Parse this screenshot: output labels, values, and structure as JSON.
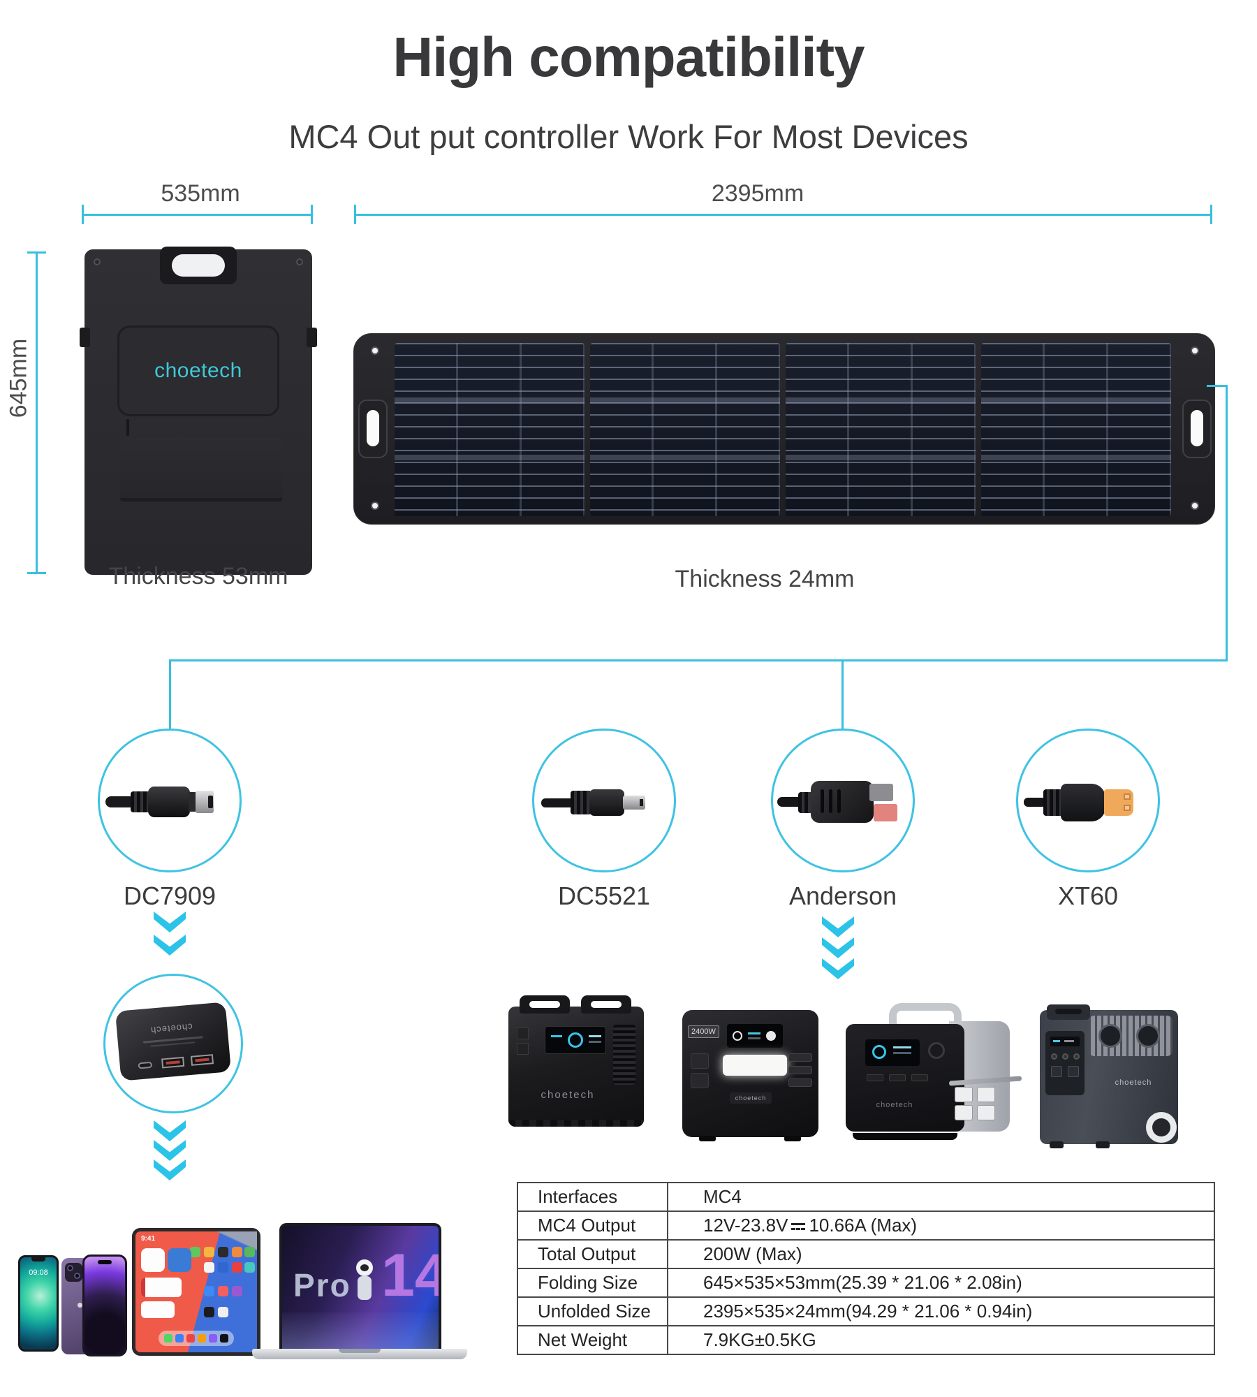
{
  "header": {
    "title": "High compatibility",
    "subtitle": "MC4 Out put controller Work For Most Devices"
  },
  "dimensions": {
    "folded_width": "535mm",
    "folded_height": "645mm",
    "unfolded_width": "2395mm",
    "folded_thickness": "Thickness 53mm",
    "unfolded_thickness": "Thickness 24mm"
  },
  "brand": {
    "logo": "choetech"
  },
  "connectors": [
    {
      "label": "DC7909"
    },
    {
      "label": "DC5521"
    },
    {
      "label": "Anderson"
    },
    {
      "label": "XT60"
    }
  ],
  "devices": {
    "station_badge": "2400W",
    "phone_clock": "09:08",
    "tablet_clock": "9:41",
    "laptop_model_prefix": "Pro",
    "laptop_model_number": "14"
  },
  "spec_table": {
    "rows": [
      {
        "label": "Interfaces",
        "value": "MC4"
      },
      {
        "label": "MC4 Output",
        "value": "12V-23.8V⎓10.66A (Max)",
        "value_prefix": "12V-23.8V",
        "value_suffix": "10.66A (Max)"
      },
      {
        "label": "Total Output",
        "value": "200W (Max)"
      },
      {
        "label": "Folding Size",
        "value": "645×535×53mm(25.39 * 21.06 * 2.08in)"
      },
      {
        "label": "Unfolded Size",
        "value": "2395×535×24mm(94.29 * 21.06 * 0.94in)"
      },
      {
        "label": "Net Weight",
        "value": "7.9KG±0.5KG"
      }
    ]
  },
  "colors": {
    "accent_cyan": "#38bfdf",
    "logo_teal": "#3fc8d6",
    "heading_gray": "#39393b",
    "xt60_orange": "#f0a95a",
    "anderson_red": "#e2837e"
  }
}
